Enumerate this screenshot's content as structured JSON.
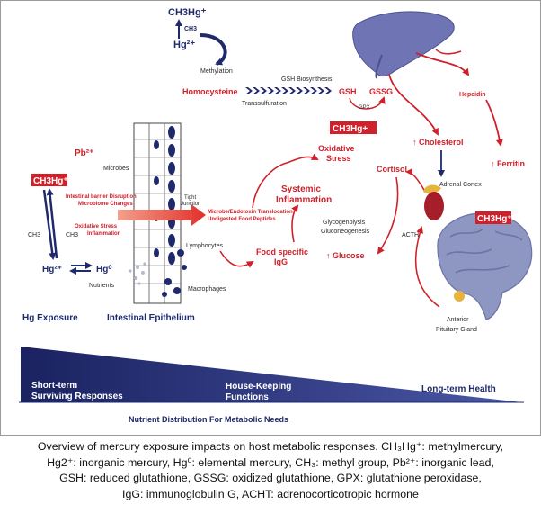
{
  "diagram": {
    "methylation_top": {
      "ch3hg": "CH3Hg⁺",
      "hg2": "Hg²⁺",
      "ch3": "CH3",
      "methylation": "Methylation"
    },
    "homocysteine": "Homocysteine",
    "gsh_biosynthesis": "GSH Biosynthesis",
    "transsulfuration": "Transsulfuration",
    "gsh": "GSH",
    "gssg": "GSSG",
    "gpx": "GPX",
    "ch3hg_badge_center": "CH3Hg+",
    "oxidative_stress": [
      "Oxidative",
      "Stress"
    ],
    "hepcidin": "Hepcidin",
    "cholesterol": "↑ Cholesterol",
    "ferritin": "↑ Ferritin",
    "cortisol": "Cortisol",
    "adrenal_cortex": "Adrenal Cortex",
    "pb": "Pb²⁺",
    "ch3hg_badge_left": "CH3Hg⁺",
    "microbes": "Microbes",
    "tight_junction": [
      "Tight",
      "Junction"
    ],
    "barrier_disruption": [
      "Intestinal barrier Disruption",
      "Microbiome Changes"
    ],
    "oxidative_inflammation": [
      "Oxidative Stress",
      "Inflammation"
    ],
    "microbe_translocation": [
      "Microbe/Endotoxin Translocation",
      "Undigested Food Peptides"
    ],
    "systemic_inflammation": [
      "Systemic",
      "Inflammation"
    ],
    "glycogenolysis": [
      "Glycogenolysis",
      "Gluconeogenesis"
    ],
    "acth": "ACTH",
    "ch3hg_badge_brain": "CH3Hg⁺",
    "ch3_left": "CH3",
    "ch3_right": "CH3",
    "hg2_bottom": "Hg²⁺",
    "hg0": "Hg⁰",
    "lymphocytes": "Lymphocytes",
    "nutrients": "Nutrients",
    "macrophages": "Macrophages",
    "food_igg": [
      "Food specific",
      "IgG"
    ],
    "glucose": "↑ Glucose",
    "anterior_pituitary": [
      "Anterior",
      "Pituitary Gland"
    ],
    "hg_exposure": "Hg Exposure",
    "intestinal_epithelium": "Intestinal Epithelium",
    "short_term": [
      "Short-term",
      "Surviving Responses"
    ],
    "house_keeping": [
      "House-Keeping",
      "Functions"
    ],
    "long_term": "Long-term Health",
    "nutrient_distribution": "Nutrient Distribution For Metabolic Needs"
  },
  "caption": [
    "Overview of mercury exposure impacts on host metabolic responses. CH₃Hg⁺: methylmercury,",
    "Hg2⁺: inorganic mercury, Hg⁰: elemental mercury, CH₃: methyl group, Pb²⁺: inorganic lead,",
    "GSH: reduced glutathione, GSSG: oxidized glutathione, GPX: glutathione peroxidase,",
    "IgG: immunoglobulin G, ACHT: adrenocorticotropic hormone"
  ],
  "colors": {
    "red": "#d0202a",
    "navy": "#1e2a6b",
    "liver": "#6f74b5",
    "brain": "#8e96c2"
  }
}
